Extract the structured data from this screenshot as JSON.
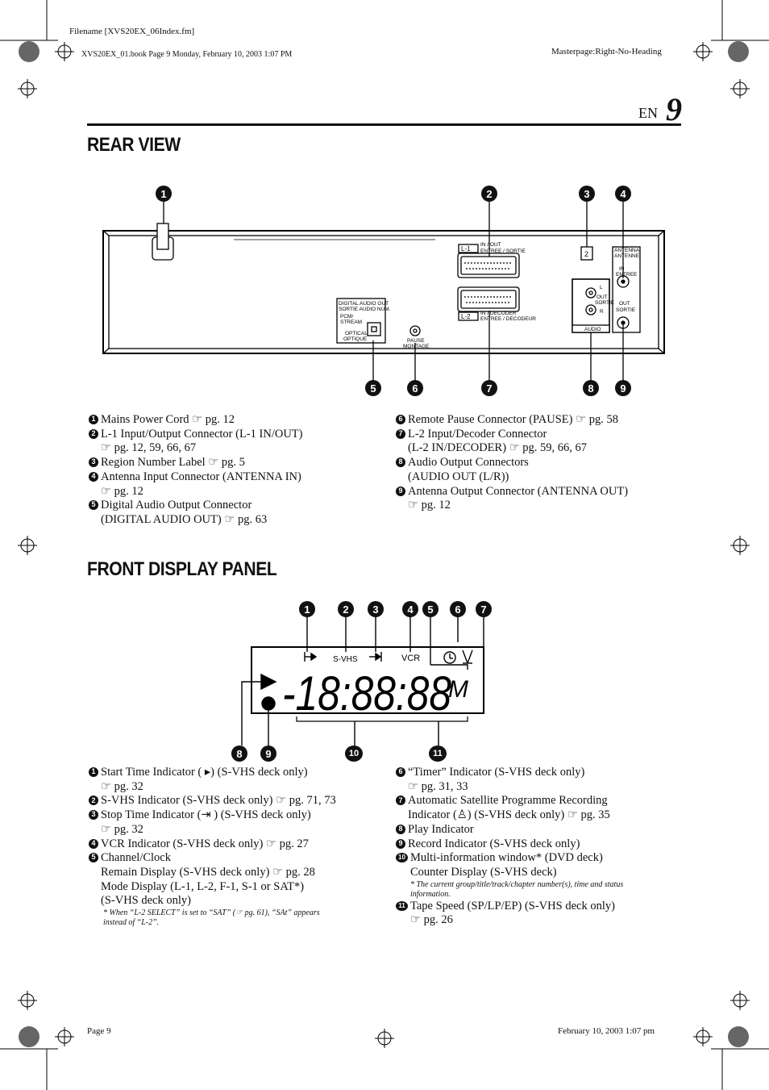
{
  "header": {
    "filename": "Filename [XVS20EX_06Index.fm]",
    "book_info": "XVS20EX_01.book  Page 9  Monday, February 10, 2003  1:07 PM",
    "masterpage": "Masterpage:Right-No-Heading",
    "lang": "EN",
    "page_number": "9"
  },
  "rear_view": {
    "title": "REAR VIEW",
    "callouts": [
      "1",
      "2",
      "3",
      "4",
      "5",
      "6",
      "7",
      "8",
      "9"
    ],
    "panel_labels": {
      "l1": "L-1",
      "l1_caption_a": "IN / OUT",
      "l1_caption_b": "ENTREE / SORTIE",
      "l2": "L-2",
      "l2_caption_a": "IN / DECODER",
      "l2_caption_b": "ENTREE / DECODEUR",
      "region": "2",
      "antenna_a": "ANTENNA",
      "antenna_b": "ANTENNE",
      "in_a": "IN",
      "in_b": "ENTREE",
      "out_a": "OUT",
      "out_b": "SORTIE",
      "audio": "AUDIO",
      "audio_l": "L",
      "audio_out_a": "OUT",
      "audio_out_b": "SORTIE",
      "audio_r": "R",
      "dig_a": "DIGITAL AUDIO OUT",
      "dig_b": "SORTIE AUDIO NUM.",
      "pcm": "PCM/",
      "stream": "STREAM",
      "optical_a": "OPTICAL",
      "optical_b": "OPTIQUE",
      "pause_a": "PAUSE",
      "pause_b": "MONTAGE"
    },
    "left_items": [
      {
        "n": "1",
        "text": "Mains Power Cord ☞ pg. 12"
      },
      {
        "n": "2",
        "text": "L-1 Input/Output Connector (L-1 IN/OUT)\n☞ pg. 12, 59, 66, 67"
      },
      {
        "n": "3",
        "text": "Region Number Label ☞ pg. 5"
      },
      {
        "n": "4",
        "text": "Antenna Input Connector (ANTENNA IN)\n☞ pg. 12"
      },
      {
        "n": "5",
        "text": "Digital Audio Output Connector\n(DIGITAL AUDIO OUT) ☞ pg. 63"
      }
    ],
    "right_items": [
      {
        "n": "6",
        "text": "Remote Pause Connector (PAUSE) ☞ pg. 58"
      },
      {
        "n": "7",
        "text": "L-2 Input/Decoder Connector\n(L-2 IN/DECODER) ☞ pg. 59, 66, 67"
      },
      {
        "n": "8",
        "text": "Audio Output Connectors\n(AUDIO OUT (L/R))"
      },
      {
        "n": "9",
        "text": "Antenna Output Connector (ANTENNA OUT)\n☞ pg. 12"
      }
    ]
  },
  "front_panel": {
    "title": "FRONT DISPLAY PANEL",
    "callouts_top": [
      "1",
      "2",
      "3",
      "4",
      "5",
      "6",
      "7"
    ],
    "callouts_bottom": [
      "8",
      "9",
      "10",
      "11"
    ],
    "display": {
      "svhs": "S-VHS",
      "vcr": "VCR",
      "digits": "-18:88:88",
      "speed": "M"
    },
    "left_items": [
      {
        "n": "1",
        "text": "Start Time Indicator ( ▸) (S-VHS deck only)\n☞ pg. 32"
      },
      {
        "n": "2",
        "text": "S-VHS Indicator (S-VHS deck only) ☞ pg. 71, 73"
      },
      {
        "n": "3",
        "text": "Stop Time Indicator (⇥ ) (S-VHS deck only)\n☞ pg. 32"
      },
      {
        "n": "4",
        "text": "VCR Indicator (S-VHS deck only) ☞ pg. 27"
      },
      {
        "n": "5",
        "text": "Channel/Clock\nRemain Display (S-VHS deck only) ☞ pg. 28\nMode Display (L-1, L-2, F-1, S-1 or SAT*)\n(S-VHS deck only)"
      }
    ],
    "left_note": "*  When “L-2 SELECT” is set to “SAT” (☞ pg. 61), “SAt” appears\n    instead of “L-2”.",
    "right_items": [
      {
        "n": "6",
        "text": "“Timer” Indicator (S-VHS deck only)\n☞ pg. 31, 33"
      },
      {
        "n": "7",
        "text": "Automatic Satellite Programme Recording\nIndicator (♙) (S-VHS deck only) ☞ pg. 35"
      },
      {
        "n": "8",
        "text": "Play Indicator"
      },
      {
        "n": "9",
        "text": "Record Indicator (S-VHS deck only)"
      },
      {
        "n": "10",
        "text": "Multi-information window* (DVD deck)\nCounter Display (S-VHS deck)"
      }
    ],
    "right_note": "*  The current group/title/track/chapter number(s), time and status\n    information.",
    "right_items_2": [
      {
        "n": "11",
        "text": "Tape Speed (SP/LP/EP) (S-VHS deck only)\n☞ pg. 26"
      }
    ]
  },
  "footer": {
    "page": "Page 9",
    "date": "February 10, 2003 1:07 pm"
  }
}
